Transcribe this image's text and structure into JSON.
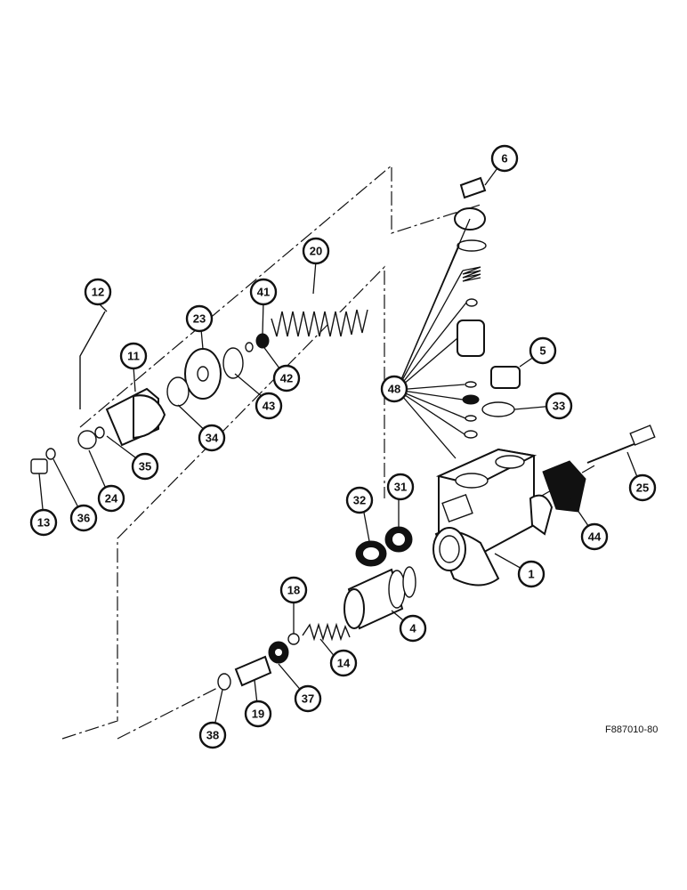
{
  "figure_code": "F887010-80",
  "callouts": [
    "1",
    "4",
    "5",
    "6",
    "11",
    "12",
    "13",
    "14",
    "18",
    "19",
    "20",
    "23",
    "24",
    "25",
    "31",
    "32",
    "33",
    "34",
    "35",
    "36",
    "37",
    "38",
    "41",
    "42",
    "43",
    "44",
    "48"
  ]
}
